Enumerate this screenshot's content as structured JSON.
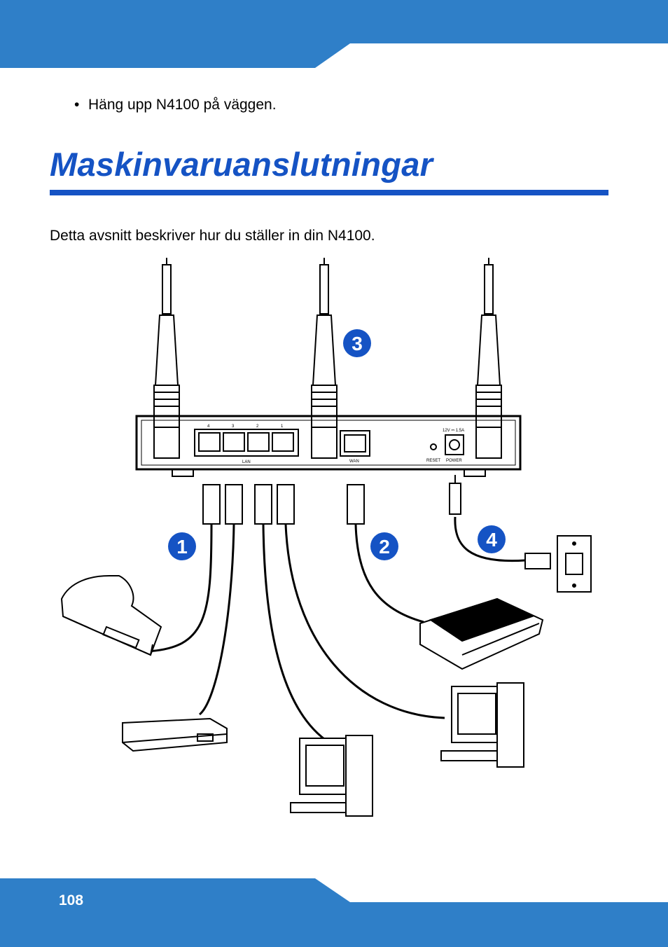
{
  "colors": {
    "band": "#2f7fc8",
    "accent": "#1553c4",
    "callout": "#1553c4"
  },
  "bullet_text": "Häng upp N4100 på väggen.",
  "section_title": "Maskinvaruanslutningar",
  "intro_text": "Detta avsnitt beskriver hur du ställer in din N4100.",
  "diagram": {
    "callouts": [
      "1",
      "2",
      "3",
      "4"
    ],
    "port_numbers": [
      "4",
      "3",
      "2",
      "1"
    ],
    "labels": {
      "lan": "LAN",
      "wan": "WAN",
      "reset": "RESET",
      "power": "POWER",
      "power_rating": "12V ⎓ 1.5A"
    },
    "devices": [
      "printer-icon",
      "modem-icon",
      "switch-icon",
      "computer-icon",
      "computer-icon",
      "power-outlet-icon"
    ]
  },
  "page_number": "108"
}
